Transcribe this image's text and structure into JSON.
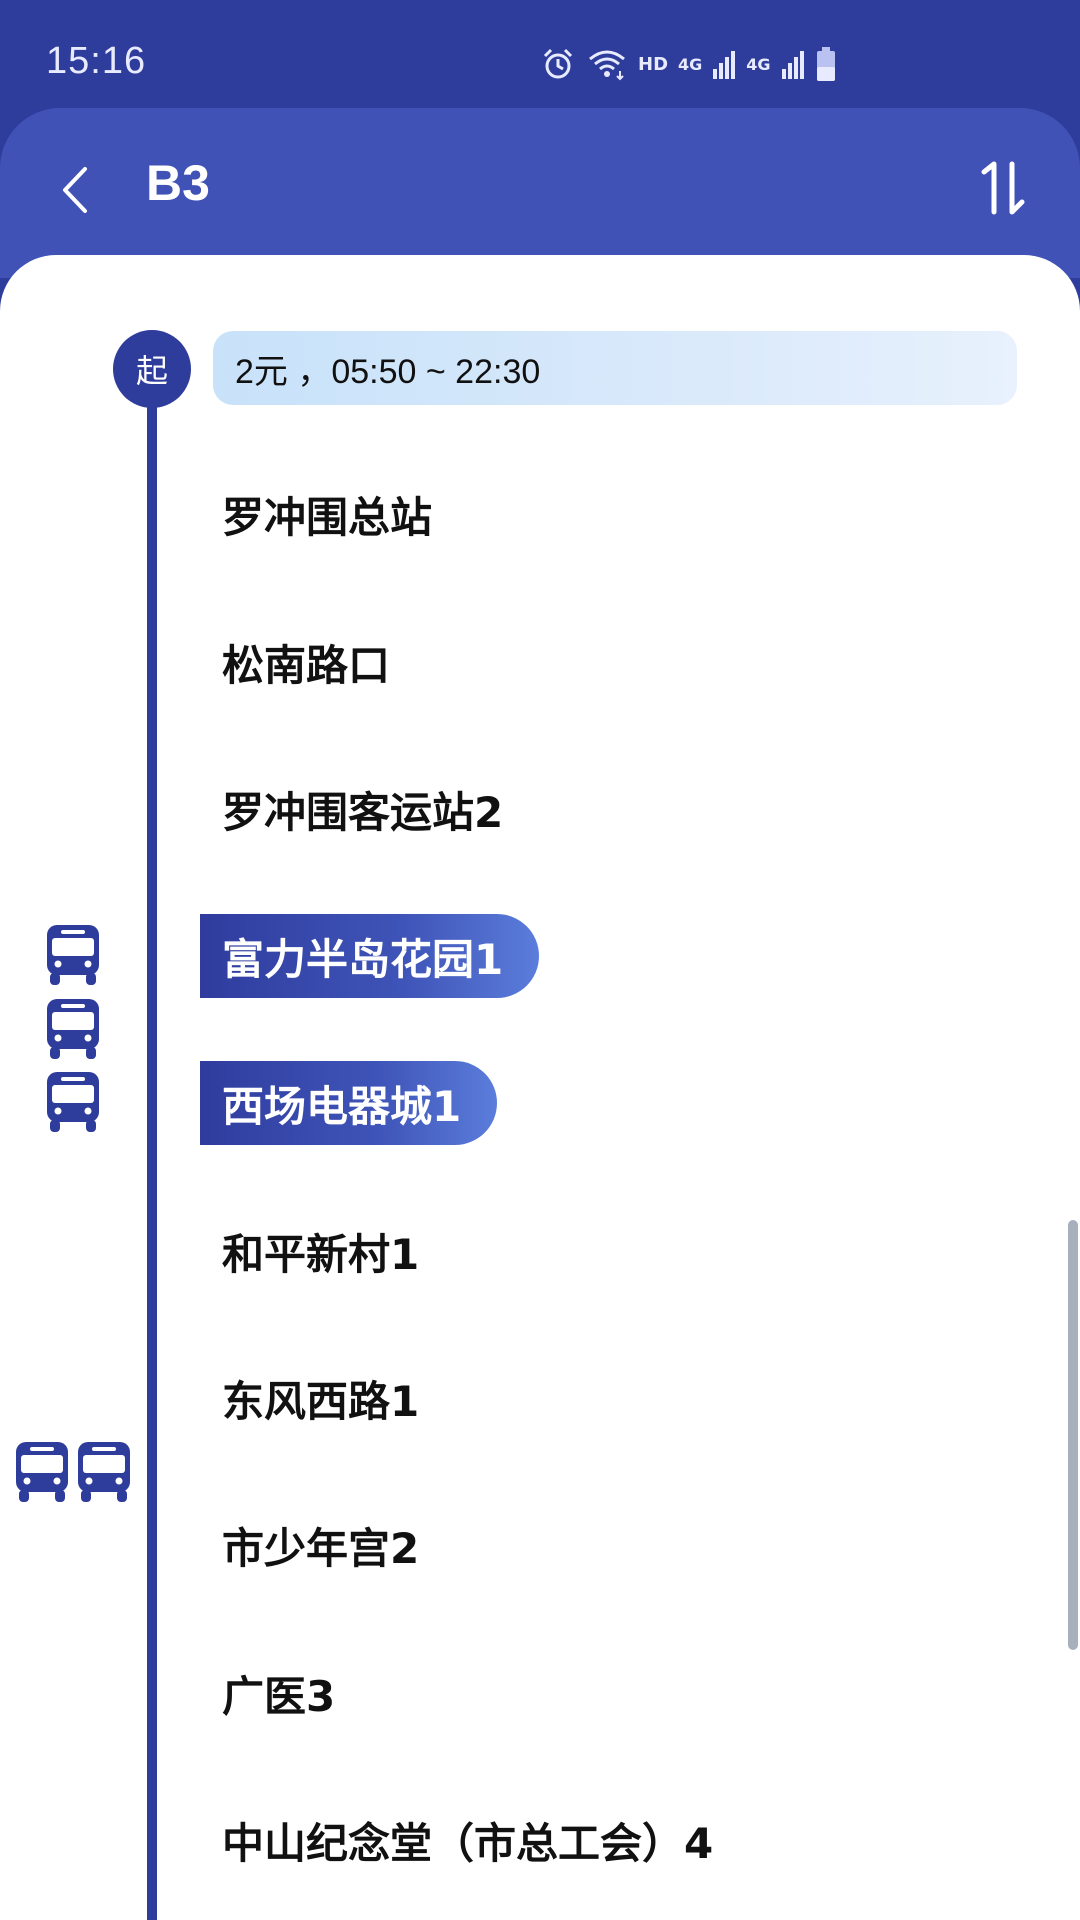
{
  "status_bar": {
    "time": "15:16",
    "hd_label": "HD",
    "net1": "4G",
    "net2": "4G"
  },
  "header": {
    "route_name": "B3",
    "back_icon": "chevron-left-icon",
    "swap_icon": "swap-direction-icon"
  },
  "route_info": {
    "start_marker": "起",
    "fare_and_hours": "2元 ，05:50 ~ 22:30"
  },
  "stops": [
    {
      "name": "罗冲围总站",
      "active": false
    },
    {
      "name": "松南路口",
      "active": false
    },
    {
      "name": "罗冲围客运站2",
      "active": false
    },
    {
      "name": "富力半岛花园1",
      "active": true
    },
    {
      "name": "西场电器城1",
      "active": true
    },
    {
      "name": "和平新村1",
      "active": false
    },
    {
      "name": "东风西路1",
      "active": false
    },
    {
      "name": "市少年宫2",
      "active": false
    },
    {
      "name": "广医3",
      "active": false
    },
    {
      "name": "中山纪念堂（市总工会）4",
      "active": false
    }
  ],
  "colors": {
    "primary": "#2E3C9B",
    "header": "#4052B6",
    "info_pill": "#D6E8FB"
  }
}
